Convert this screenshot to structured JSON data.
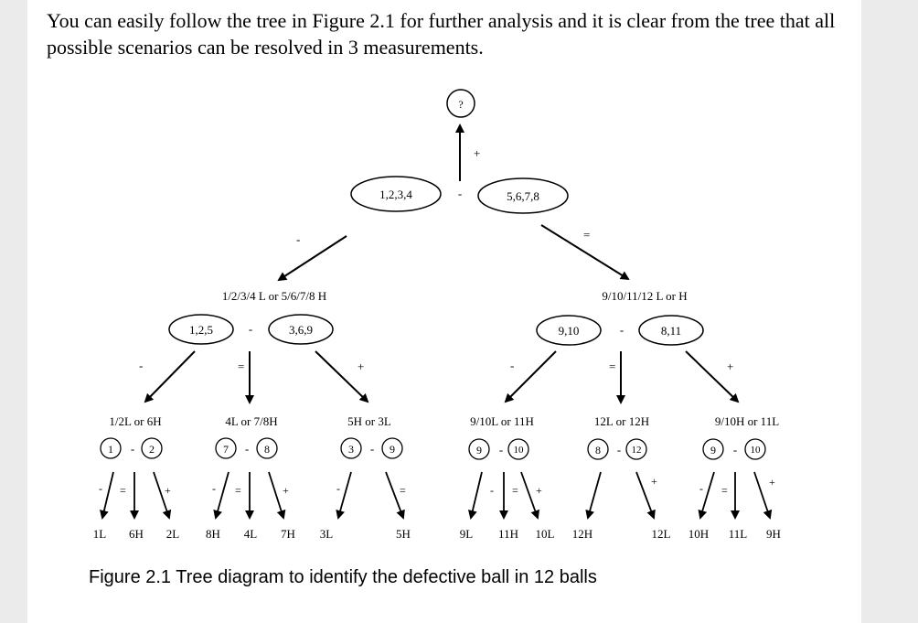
{
  "intro_text": "You can easily follow the tree in Figure 2.1 for further analysis and it is clear from the tree that all possible scenarios can be resolved in 3 measurements.",
  "caption": "Figure 2.1 Tree diagram to identify the defective ball in 12 balls",
  "root": "?",
  "level1": {
    "left": "1,2,3,4",
    "right": "5,6,7,8",
    "sep": "-"
  },
  "root_sign": "+",
  "branch_signs": {
    "l1_left": "-",
    "l1_right": "="
  },
  "group_labels": {
    "left": "1/2/3/4 L or 5/6/7/8 H",
    "right": "9/10/11/12 L or H"
  },
  "level2": {
    "left": {
      "a": "1,2,5",
      "b": "3,6,9",
      "sep": "-"
    },
    "right": {
      "a": "9,10",
      "b": "8,11",
      "sep": "-"
    }
  },
  "level2_signs": [
    "-",
    "=",
    "+",
    "-",
    "=",
    "+"
  ],
  "outcomes": [
    "1/2L or 6H",
    "4L or 7/8H",
    "5H or 3L",
    "9/10L or 11H",
    "12L or 12H",
    "9/10H or 11L"
  ],
  "pairs": [
    [
      "1",
      "2"
    ],
    [
      "7",
      "8"
    ],
    [
      "3",
      "9"
    ],
    [
      "9",
      "10"
    ],
    [
      "8",
      "12"
    ],
    [
      "9",
      "10"
    ]
  ],
  "pair_sep": "-",
  "leaf_signs": [
    "-",
    "=",
    "+",
    "-",
    "=",
    "+",
    "-",
    "=",
    "-",
    "=",
    "+",
    "+",
    "-",
    "=",
    "+"
  ],
  "leaves": [
    "1L",
    "6H",
    "2L",
    "8H",
    "4L",
    "7H",
    "3L",
    "5H",
    "9L",
    "11H",
    "10L",
    "12H",
    "12L",
    "10H",
    "11L",
    "9H"
  ]
}
